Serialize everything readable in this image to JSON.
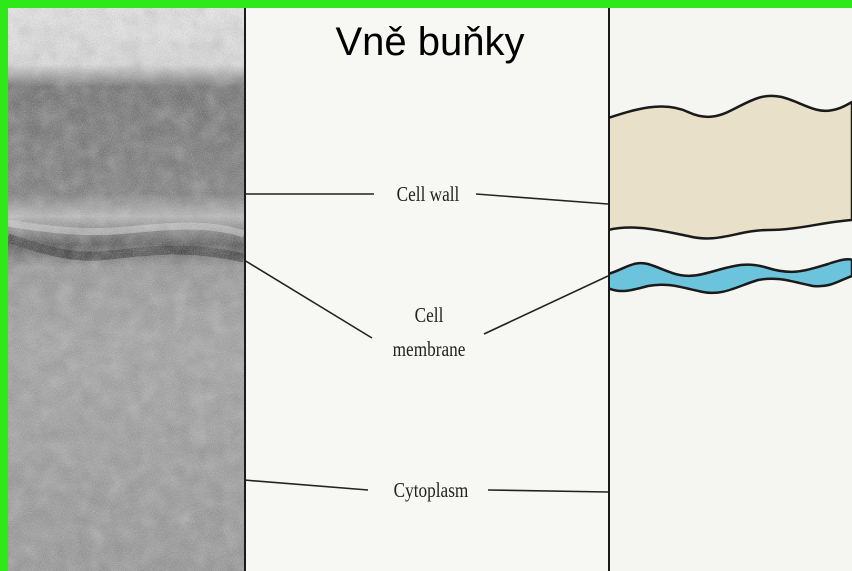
{
  "title": "Vně buňky",
  "labels": {
    "cell_wall": "Cell wall",
    "cell_membrane_line1": "Cell",
    "cell_membrane_line2": "membrane",
    "cytoplasm": "Cytoplasm"
  },
  "colors": {
    "frame_border": "#2ee81a",
    "cell_wall_fill": "#e8e0c8",
    "membrane_fill": "#6cc4dc"
  }
}
